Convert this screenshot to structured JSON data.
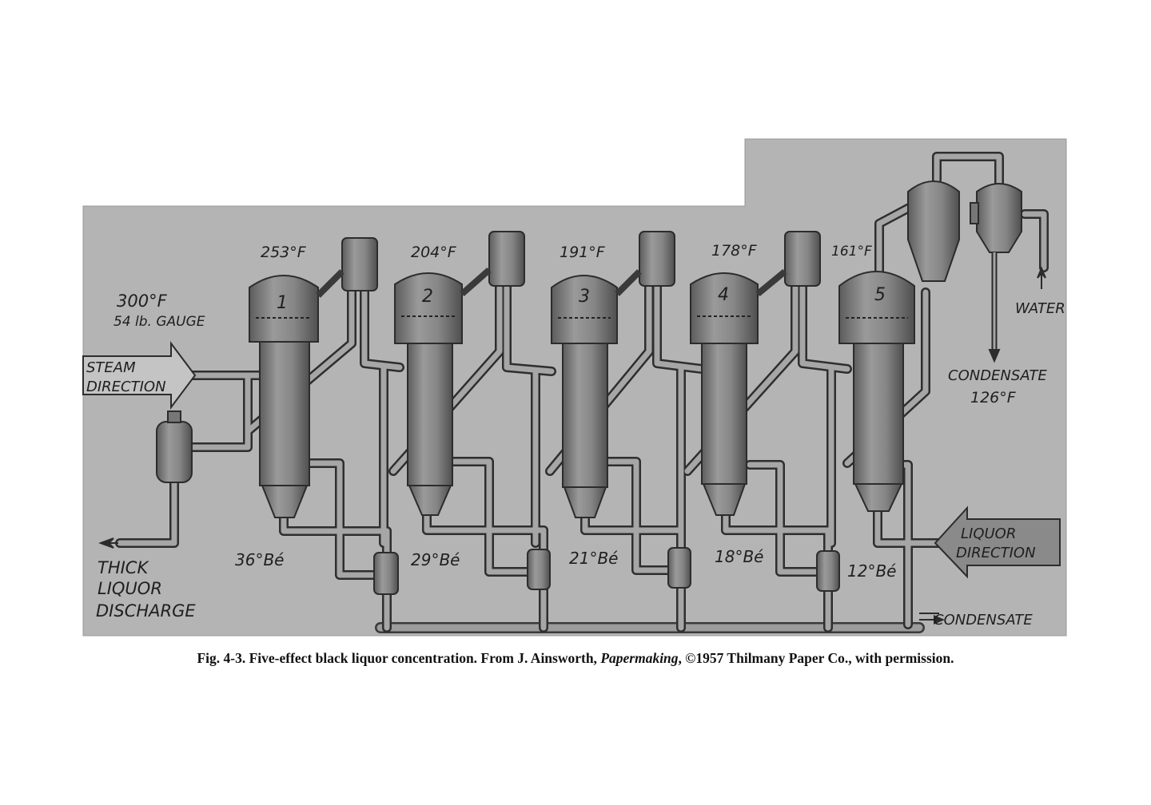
{
  "labels": {
    "temp_1": "253°F",
    "temp_2": "204°F",
    "temp_3": "191°F",
    "temp_4": "178°F",
    "temp_5": "161°F",
    "steam_temp": "300°F",
    "steam_pressure": "54 lb. GAUGE",
    "effect_numbers": [
      "1",
      "2",
      "3",
      "4",
      "5"
    ],
    "steam_direction_1": "STEAM",
    "steam_direction_2": "DIRECTION",
    "liquor_direction_1": "LIQUOR",
    "liquor_direction_2": "DIRECTION",
    "be_1": "36°Bé",
    "be_2": "29°Bé",
    "be_3": "21°Bé",
    "be_4": "18°Bé",
    "be_5": "12°Bé",
    "thick_1": "THICK",
    "thick_2": "LIQUOR",
    "thick_3": "DISCHARGE",
    "water": "WATER",
    "condensate_top": "CONDENSATE",
    "condensate_temp": "126°F",
    "condensate_bottom": "CONDENSATE"
  },
  "caption": {
    "prefix": "Fig. 4-3.  Five-effect black liquor concentration.  From J. Ainsworth, ",
    "book": "Papermaking",
    "suffix": ", ©1957 Thilmany Paper Co., with permission."
  },
  "colors": {
    "background_panel": "#b4b4b4",
    "vessel": "#7a7a7a",
    "pipe": "#8e8e8e",
    "outline": "#2c2c2c"
  }
}
